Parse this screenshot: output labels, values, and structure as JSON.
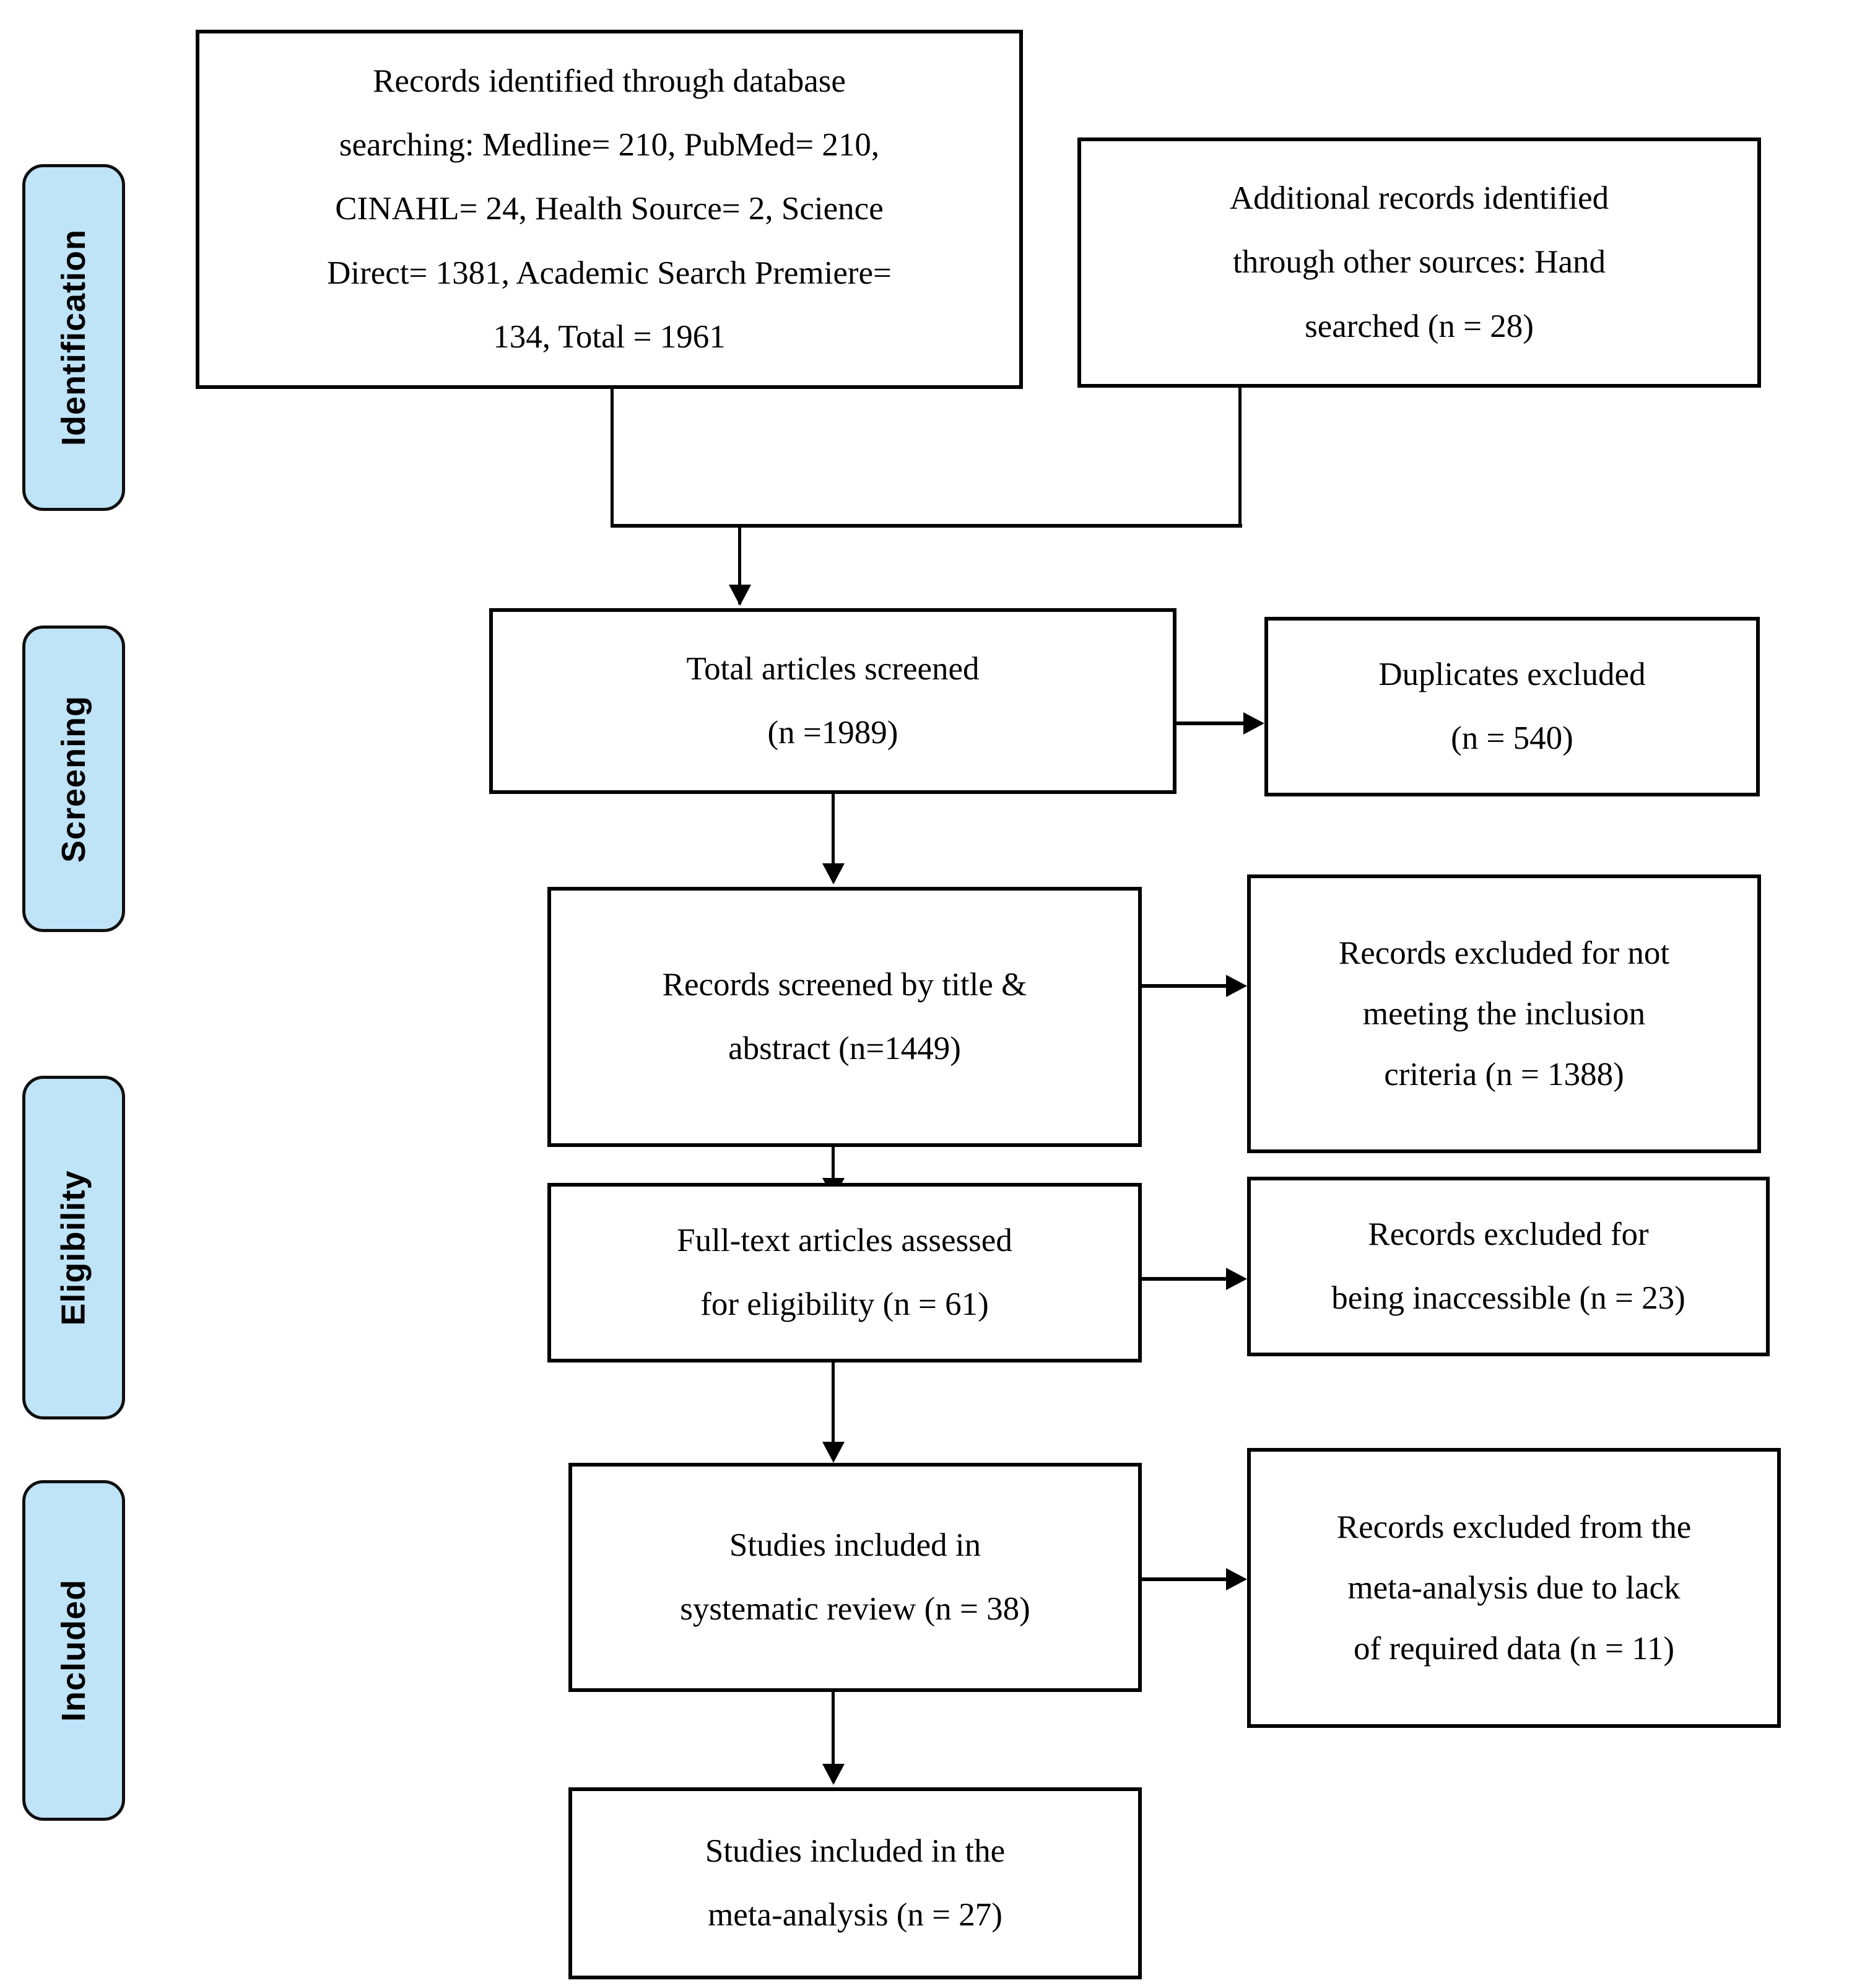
{
  "diagram": {
    "type": "prisma-flow-diagram",
    "accent_color": "#bfe3f7",
    "border_color": "#000000",
    "background_color": "#ffffff"
  },
  "stages": [
    {
      "id": "identification",
      "label": "Identification"
    },
    {
      "id": "screening",
      "label": "Screening"
    },
    {
      "id": "eligibility",
      "label": "Eligibility"
    },
    {
      "id": "included",
      "label": "Included"
    }
  ],
  "boxes": {
    "database_records": {
      "lines": [
        "Records identified through database",
        "searching: Medline= 210, PubMed= 210,",
        "CINAHL= 24, Health Source= 2, Science",
        "Direct= 1381, Academic Search Premiere=",
        "134, Total = 1961"
      ]
    },
    "other_records": {
      "lines": [
        "Additional records identified",
        "through other sources: Hand",
        "searched (n = 28)"
      ]
    },
    "total_screened": {
      "lines": [
        "Total articles screened",
        "(n =1989)"
      ]
    },
    "duplicates_excluded": {
      "lines": [
        "Duplicates excluded",
        "(n = 540)"
      ]
    },
    "title_abstract_screened": {
      "lines": [
        "Records screened by title &",
        "abstract  (n=1449)"
      ]
    },
    "excluded_inclusion_criteria": {
      "lines": [
        "Records excluded for not",
        "meeting the inclusion",
        "criteria (n = 1388)"
      ]
    },
    "fulltext_assessed": {
      "lines": [
        "Full-text articles assessed",
        "for eligibility (n = 61)"
      ]
    },
    "excluded_inaccessible": {
      "lines": [
        "Records excluded for",
        "being inaccessible  (n = 23)"
      ]
    },
    "included_systematic_review": {
      "lines": [
        "Studies included in",
        "systematic review (n = 38)"
      ]
    },
    "excluded_meta_analysis": {
      "lines": [
        "Records excluded from the",
        "meta-analysis due to lack",
        "of required data (n = 11)"
      ]
    },
    "included_meta_analysis": {
      "lines": [
        "Studies included in the",
        "meta-analysis (n = 27)"
      ]
    }
  },
  "counts": {
    "medline": 210,
    "pubmed": 210,
    "cinahl": 24,
    "health_source": 2,
    "science_direct": 1381,
    "academic_search_premiere": 134,
    "database_total": 1961,
    "hand_searched": 28,
    "total_screened": 1989,
    "duplicates_excluded": 540,
    "title_abstract_screened": 1449,
    "excluded_inclusion_criteria": 1388,
    "fulltext_assessed": 61,
    "excluded_inaccessible": 23,
    "included_systematic_review": 38,
    "excluded_meta_analysis": 11,
    "included_meta_analysis": 27
  }
}
